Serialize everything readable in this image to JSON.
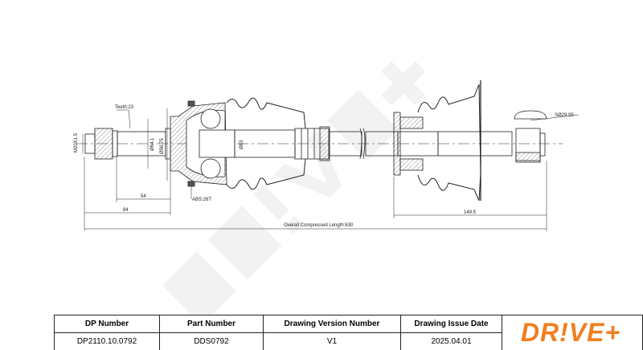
{
  "drawing": {
    "labels": {
      "teeth": "Teeth:23",
      "thread": "M20X1.5",
      "dia1": "Ø64.1",
      "dia2": "Ø56.75",
      "dia3": "Ø83",
      "abs": "ABS:26T",
      "sphere": "SØ29.95",
      "dim54": "54",
      "dim84": "84",
      "dim149": "149.5",
      "overall": "Overall  Compressed  Length:630"
    },
    "watermark": "DR!VE+"
  },
  "table": {
    "headers": [
      "DP Number",
      "Part Number",
      "Drawing Version Number",
      "Drawing Issue Date"
    ],
    "values": [
      "DP2110.10.0792",
      "DDS0792",
      "V1",
      "2025.04.01"
    ],
    "logo": "DR!VE+"
  },
  "colors": {
    "brand": "#f07f1e",
    "line": "#222222"
  }
}
